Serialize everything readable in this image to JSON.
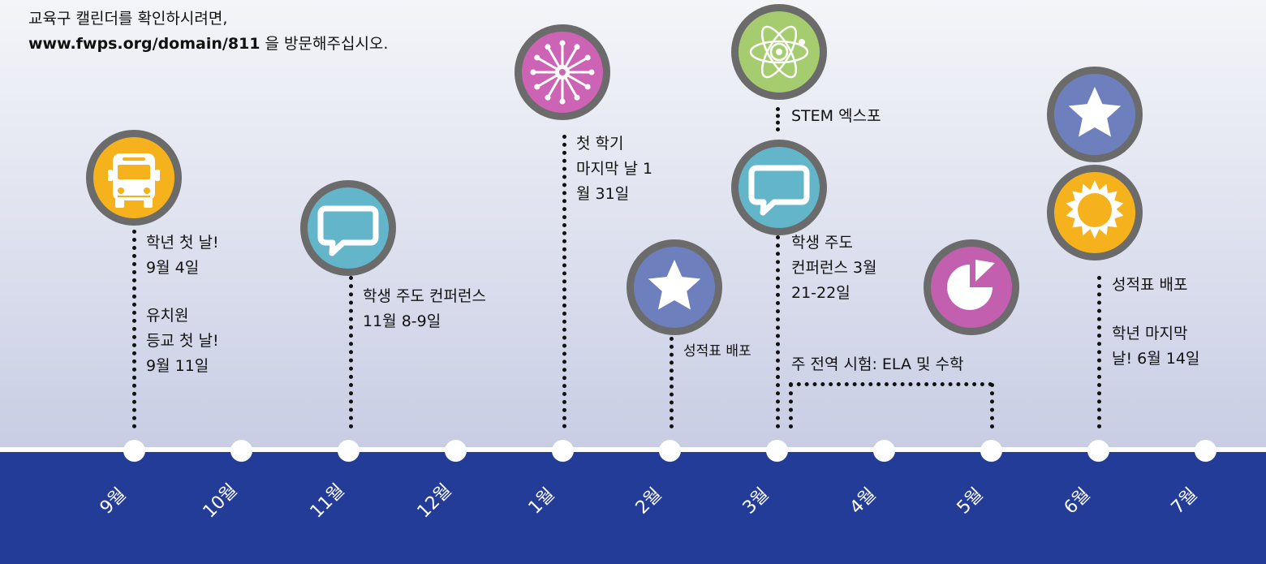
{
  "header": {
    "line1": "교육구 캘린더를 확인하시려면,",
    "url": "www.fwps.org/domain/811",
    "line2_suffix": " 을 방문해주십시오."
  },
  "months": [
    "9월",
    "10월",
    "11월",
    "12월",
    "1월",
    "2월",
    "3월",
    "4월",
    "5월",
    "6월",
    "7월"
  ],
  "events": {
    "first_day": [
      "학년 첫 날!",
      "9월 4일"
    ],
    "kinder_first_day": [
      "유치원",
      "등교 첫 날!",
      "9월 11일"
    ],
    "nov_conference": [
      "학생 주도 컨퍼런스",
      "11월 8-9일"
    ],
    "semester_end": [
      "첫 학기",
      "마지막 날 1",
      "월 31일"
    ],
    "feb_report": [
      "성적표 배포"
    ],
    "stem_expo": [
      "STEM 엑스포"
    ],
    "mar_conference": [
      "학생 주도",
      "컨퍼런스 3월",
      "21-22일"
    ],
    "state_tests": [
      "주 전역 시험: ELA 및 수학"
    ],
    "jun_report": [
      "성적표 배포"
    ],
    "last_day": [
      "학년 마지막",
      "날! 6월 14일"
    ]
  },
  "icons": {
    "bus": "school-bus-icon",
    "speech": "speech-bubble-icon",
    "snowflake": "snowflake-icon",
    "star": "star-icon",
    "atom": "atom-icon",
    "pie": "pie-chart-icon",
    "sun": "sun-icon"
  },
  "colors": {
    "background_top": "#f4f5f9",
    "background_bottom": "#bcc2de",
    "footer": "#233c97",
    "icon_ring": "#6b6b6b",
    "bus": "#f5b21d",
    "speech": "#63b5c9",
    "snowflake": "#cd63b4",
    "star": "#6e7fbd",
    "atom": "#a6cc70",
    "pie": "#c25fae",
    "sun": "#f5b21d"
  }
}
